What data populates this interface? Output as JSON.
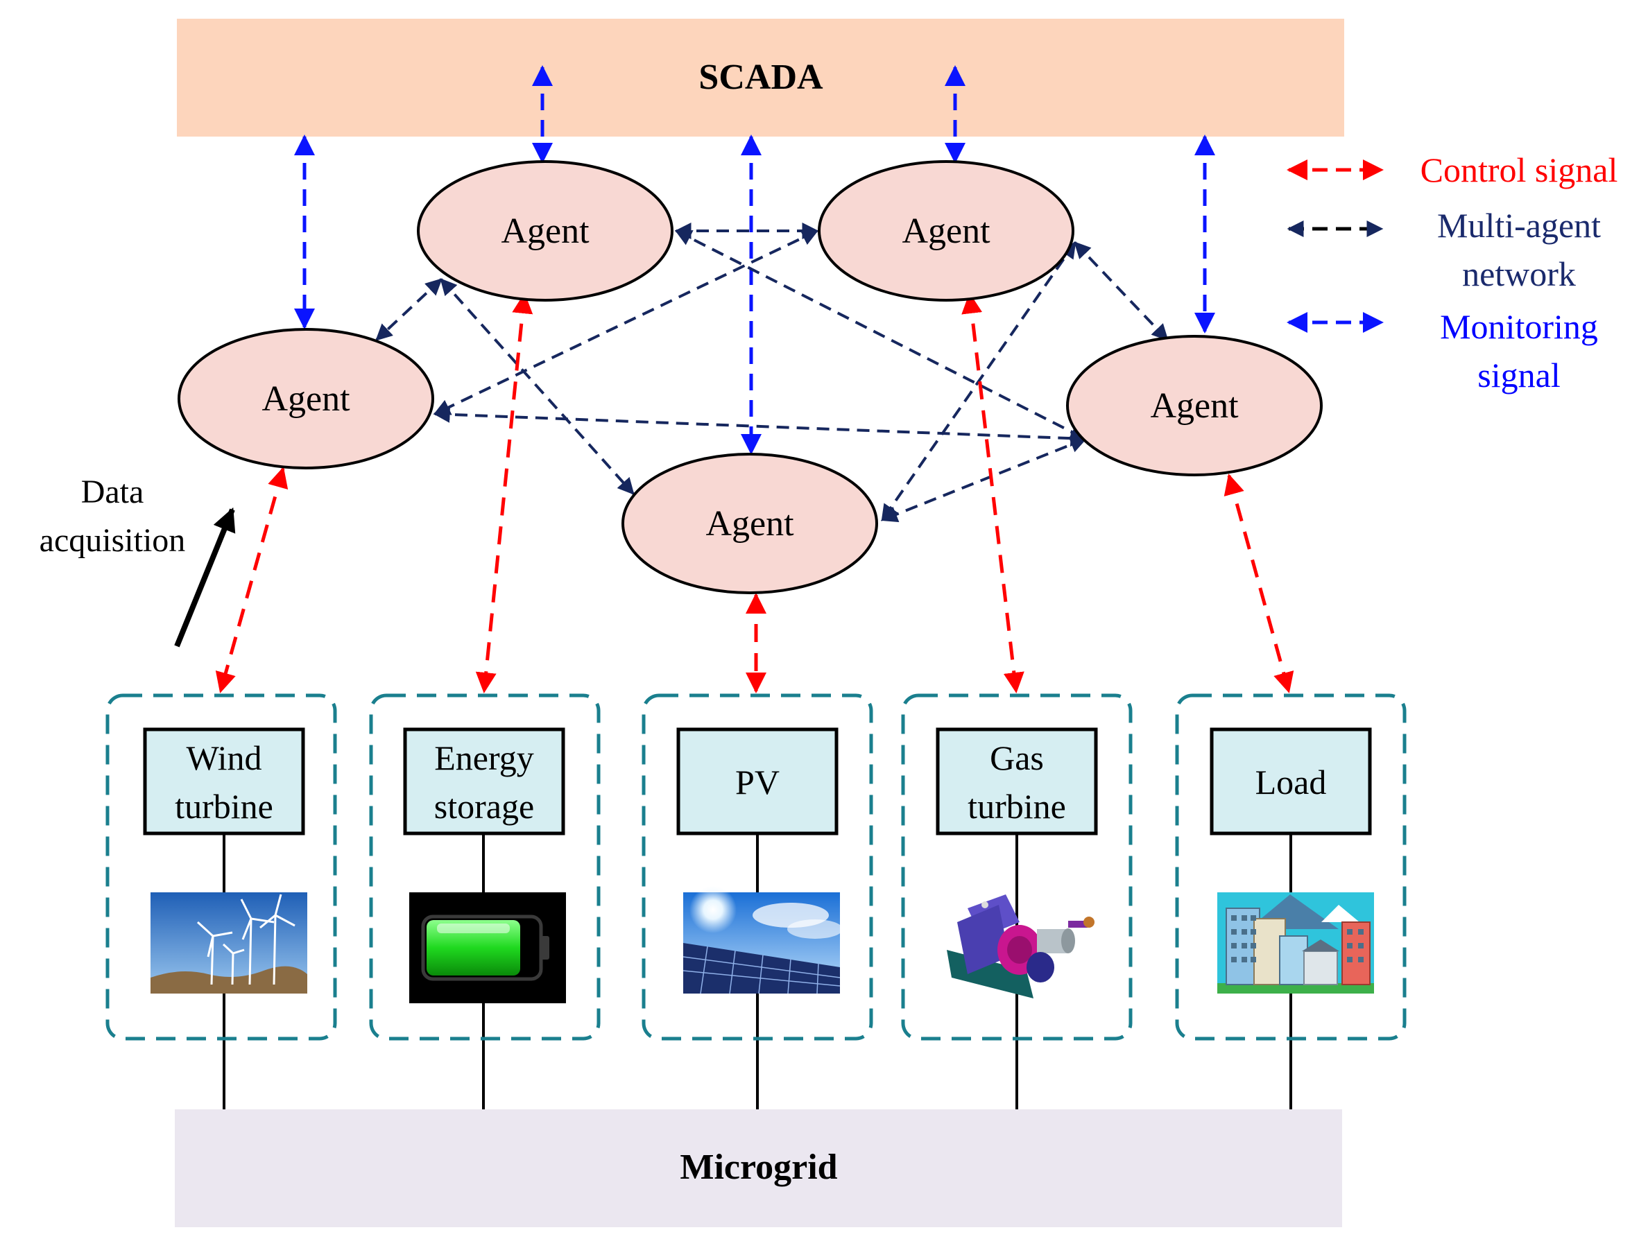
{
  "scada": {
    "label": "SCADA",
    "color": "#fdd5bc"
  },
  "microgrid": {
    "label": "Microgrid",
    "color": "#ebe7f0"
  },
  "agents": [
    {
      "label": "Agent"
    },
    {
      "label": "Agent"
    },
    {
      "label": "Agent"
    },
    {
      "label": "Agent"
    },
    {
      "label": "Agent"
    }
  ],
  "agent_fill": "#f8d8d3",
  "components": [
    {
      "line1": "Wind",
      "line2": "turbine",
      "image": "wind-turbines-image"
    },
    {
      "line1": "Energy",
      "line2": "storage",
      "image": "battery-image"
    },
    {
      "line1": "PV",
      "line2": "",
      "image": "solar-panels-image"
    },
    {
      "line1": "Gas",
      "line2": "turbine",
      "image": "gas-turbine-image"
    },
    {
      "line1": "Load",
      "line2": "",
      "image": "buildings-image"
    }
  ],
  "component_fill": "#d6eef2",
  "data_acquisition": {
    "line1": "Data",
    "line2": "acquisition"
  },
  "legend": {
    "control": {
      "label": "Control signal",
      "color": "#ff0000"
    },
    "multi_agent": {
      "line1": "Multi-agent",
      "line2": "network",
      "color": "#1a2a6c"
    },
    "monitoring": {
      "line1": "Monitoring",
      "line2": "signal",
      "color": "#0000ff"
    }
  },
  "colors": {
    "control": "#ff0000",
    "network": "#16275e",
    "monitoring": "#0a14ff",
    "container_border": "#1a7f8e"
  }
}
